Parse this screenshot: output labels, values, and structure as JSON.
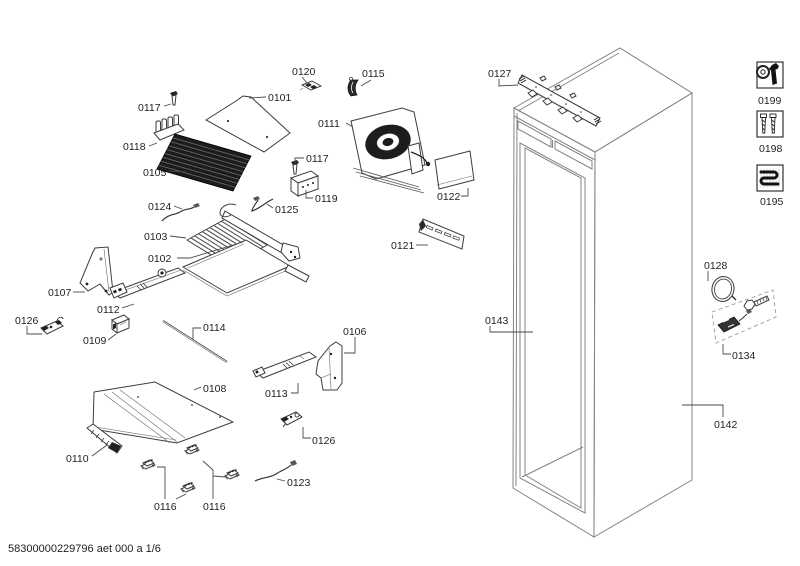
{
  "document": {
    "footer": "58300000229796 aet 000 a 1/6"
  },
  "callouts": {
    "c0101": "0101",
    "c0102": "0102",
    "c0103": "0103",
    "c0105": "0105",
    "c0106": "0106",
    "c0107": "0107",
    "c0108": "0108",
    "c0109": "0109",
    "c0110": "0110",
    "c0111": "0111",
    "c0112": "0112",
    "c0113": "0113",
    "c0114": "0114",
    "c0115": "0115",
    "c0116a": "0116",
    "c0116b": "0116",
    "c0117a": "0117",
    "c0117b": "0117",
    "c0118": "0118",
    "c0119": "0119",
    "c0120": "0120",
    "c0121": "0121",
    "c0122": "0122",
    "c0123": "0123",
    "c0124": "0124",
    "c0125": "0125",
    "c0126a": "0126",
    "c0126b": "0126",
    "c0127": "0127",
    "c0128": "0128",
    "c0134": "0134",
    "c0142": "0142",
    "c0143": "0143",
    "c0195": "0195",
    "c0198": "0198",
    "c0199": "0199"
  },
  "icons": {
    "i0199": "wrench-and-nut-tools-icon",
    "i0198": "screws-icon",
    "i0195": "serpentine-coil-icon"
  },
  "colors": {
    "background": "#ffffff",
    "line_art": "#3c3c3c",
    "cabinet_lines": "#838383",
    "dark_fill": "#222222",
    "text": "#1f1f1f"
  }
}
